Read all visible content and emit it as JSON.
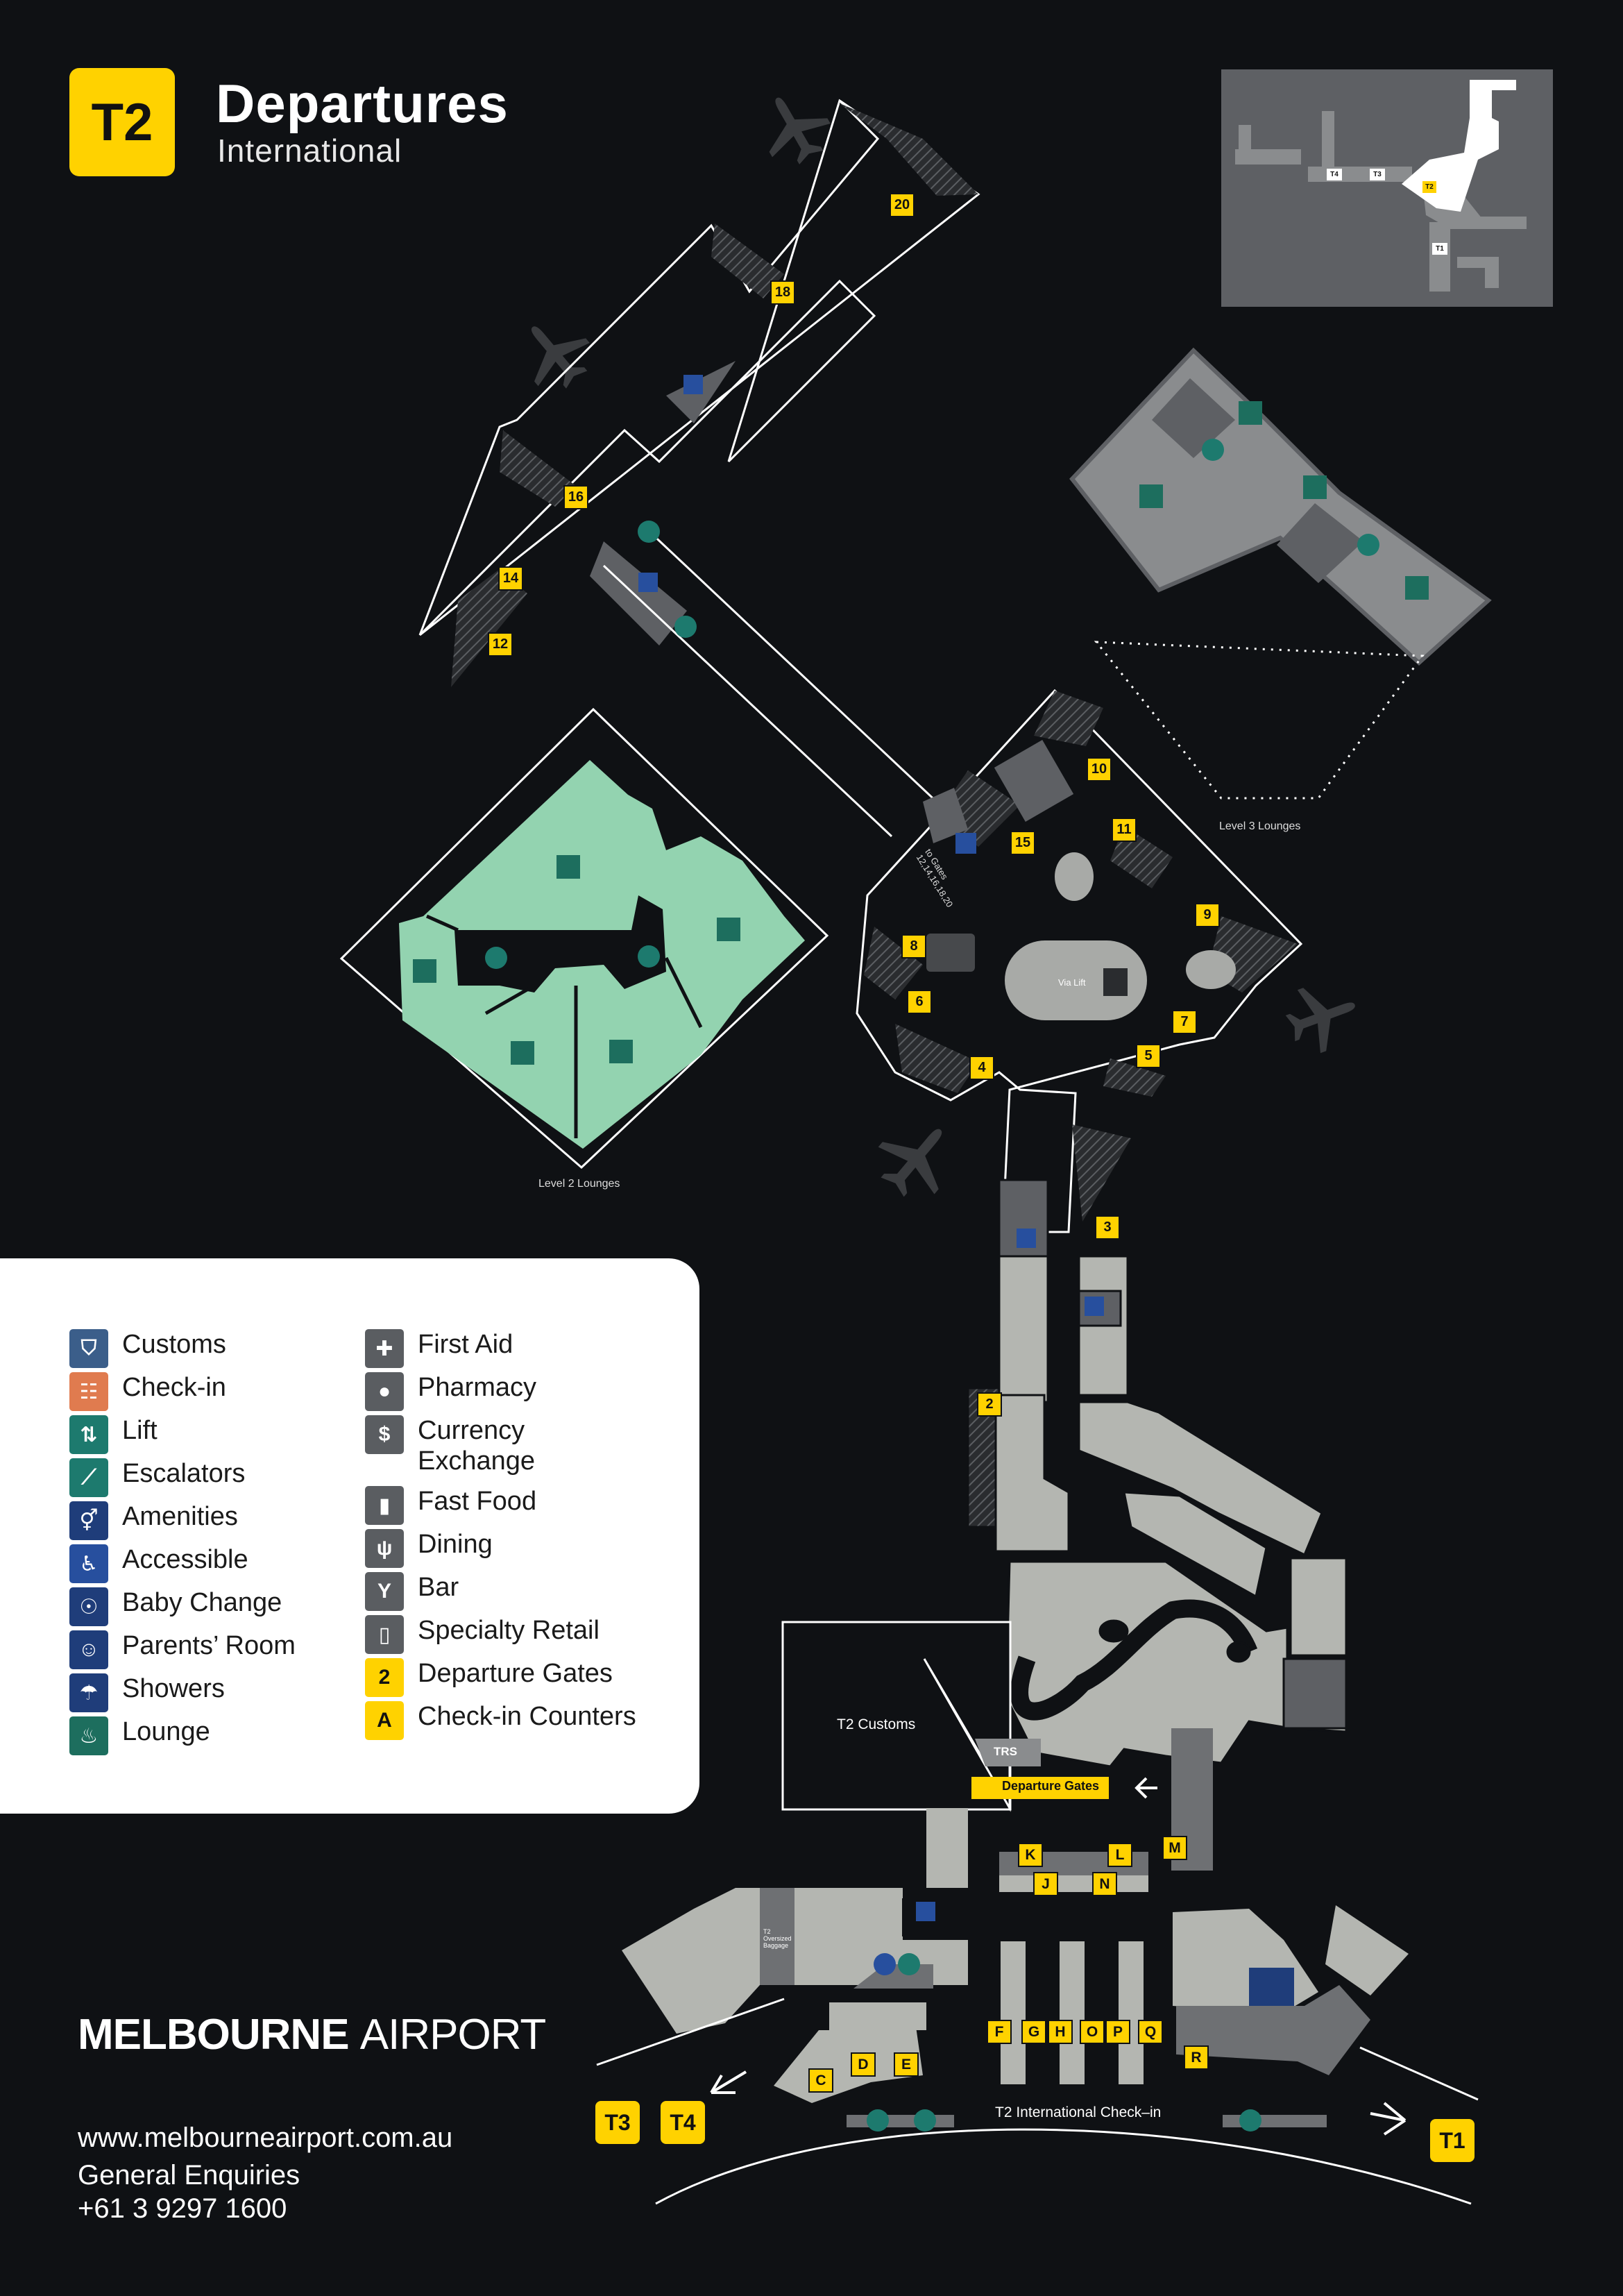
{
  "header": {
    "badge": "T2",
    "title": "Departures",
    "subtitle": "International"
  },
  "legend": {
    "items": [
      {
        "label": "Customs",
        "icon": "customs-icon",
        "color": "#3b5e8a",
        "glyph": "⛉"
      },
      {
        "label": "Check-in",
        "icon": "check-in-icon",
        "color": "#e07b4f",
        "glyph": "☷"
      },
      {
        "label": "Lift",
        "icon": "lift-icon",
        "color": "#1d7a6e",
        "glyph": "⇅"
      },
      {
        "label": "Escalators",
        "icon": "escalator-icon",
        "color": "#1d7a6e",
        "glyph": "⟋"
      },
      {
        "label": "Amenities",
        "icon": "amenities-icon",
        "color": "#1f3d7a",
        "glyph": "⚥"
      },
      {
        "label": "Accessible",
        "icon": "accessible-icon",
        "color": "#274f9e",
        "glyph": "♿"
      },
      {
        "label": "Baby Change",
        "icon": "baby-change-icon",
        "color": "#1f3d7a",
        "glyph": "☉"
      },
      {
        "label": "Parents’ Room",
        "icon": "parents-room-icon",
        "color": "#1f3d7a",
        "glyph": "☺"
      },
      {
        "label": "Showers",
        "icon": "showers-icon",
        "color": "#1f3d7a",
        "glyph": "☂"
      },
      {
        "label": "Lounge",
        "icon": "lounge-icon",
        "color": "#1d6e5e",
        "glyph": "♨"
      },
      {
        "label": "First Aid",
        "icon": "first-aid-icon",
        "color": "#5a5d61",
        "glyph": "✚"
      },
      {
        "label": "Pharmacy",
        "icon": "pharmacy-icon",
        "color": "#5a5d61",
        "glyph": "●"
      },
      {
        "label": "Currency\nExchange",
        "icon": "currency-exchange-icon",
        "color": "#5a5d61",
        "glyph": "$"
      },
      {
        "label": "Fast Food",
        "icon": "fast-food-icon",
        "color": "#5a5d61",
        "glyph": "▮"
      },
      {
        "label": "Dining",
        "icon": "dining-icon",
        "color": "#5a5d61",
        "glyph": "ψ"
      },
      {
        "label": "Bar",
        "icon": "bar-icon",
        "color": "#5a5d61",
        "glyph": "Y"
      },
      {
        "label": "Specialty Retail",
        "icon": "retail-icon",
        "color": "#5a5d61",
        "glyph": "▯"
      },
      {
        "label": "Departure Gates",
        "icon": "gate-marker-icon",
        "color": "#ffd200",
        "glyph": "2"
      },
      {
        "label": "Check-in Counters",
        "icon": "counter-marker-icon",
        "color": "#ffd200",
        "glyph": "A"
      }
    ]
  },
  "gates": [
    "20",
    "18",
    "16",
    "14",
    "12",
    "10",
    "11",
    "15",
    "9",
    "8",
    "6",
    "7",
    "5",
    "4",
    "3",
    "2"
  ],
  "counters": [
    "K",
    "L",
    "M",
    "J",
    "N",
    "F",
    "G",
    "H",
    "O",
    "P",
    "Q",
    "R",
    "C",
    "D",
    "E"
  ],
  "map_labels": {
    "level2": "Level 2 Lounges",
    "level3": "Level 3 Lounges",
    "customs": "T2 Customs",
    "trs": "TRS",
    "departure_gates": "Departure Gates",
    "to_gates": "to Gates\n12,14,16,18,20",
    "via_lift": "Via Lift",
    "checkin": "T2 International Check–in",
    "oversized": "T2\nOversized\nBaggage"
  },
  "terminals": {
    "t1": "T1",
    "t3": "T3",
    "t4": "T4"
  },
  "inset": {
    "t2": "T2",
    "t4": "T4",
    "t3": "T3",
    "t1": "T1"
  },
  "footer": {
    "brand_bold": "MELBOURNE",
    "brand_light": "AIRPORT",
    "website": "www.melbourneairport.com.au",
    "enquiries_label": "General Enquiries",
    "phone": "+61 3 9297 1600"
  },
  "colors": {
    "background": "#0f1114",
    "gate_yellow": "#ffd200",
    "lounge_green": "#93d3b0",
    "lounge_grey": "#8a8c8e",
    "retail_grey": "#b4b6b1",
    "services_grey": "#6e7073"
  }
}
